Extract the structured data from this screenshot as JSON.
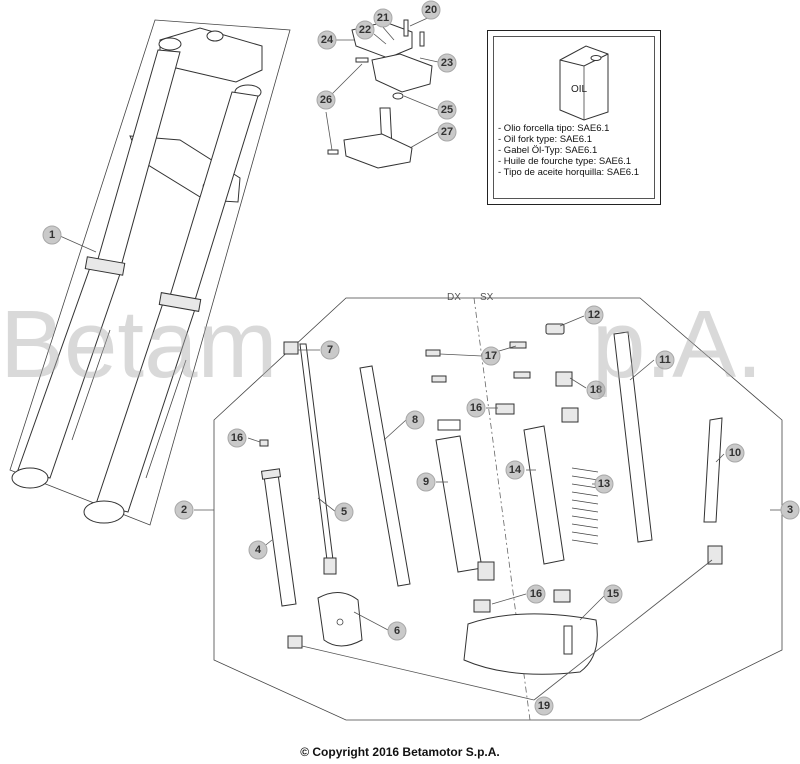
{
  "watermark": {
    "left": "Betam",
    "right": "p.A."
  },
  "side_labels": {
    "dx": "DX",
    "sx": "SX"
  },
  "oil_box": {
    "can_label": "OIL",
    "notes": [
      "- Olio forcella tipo: SAE6.1",
      "- Oil fork type: SAE6.1",
      "- Gabel Öl-Typ: SAE6.1",
      "- Huile de fourche type: SAE6.1",
      "- Tipo de aceite horquilla: SAE6.1"
    ]
  },
  "callouts": {
    "c1": "1",
    "c2": "2",
    "c3": "3",
    "c4": "4",
    "c5": "5",
    "c6": "6",
    "c7": "7",
    "c8": "8",
    "c9": "9",
    "c10": "10",
    "c11": "11",
    "c12": "12",
    "c13": "13",
    "c14": "14",
    "c15": "15",
    "c16a": "16",
    "c16b": "16",
    "c16c": "16",
    "c17": "17",
    "c18": "18",
    "c19": "19",
    "c20": "20",
    "c21": "21",
    "c22": "22",
    "c23": "23",
    "c24": "24",
    "c25": "25",
    "c26": "26",
    "c27": "27"
  },
  "copyright": "© Copyright 2016 Betamotor S.p.A."
}
